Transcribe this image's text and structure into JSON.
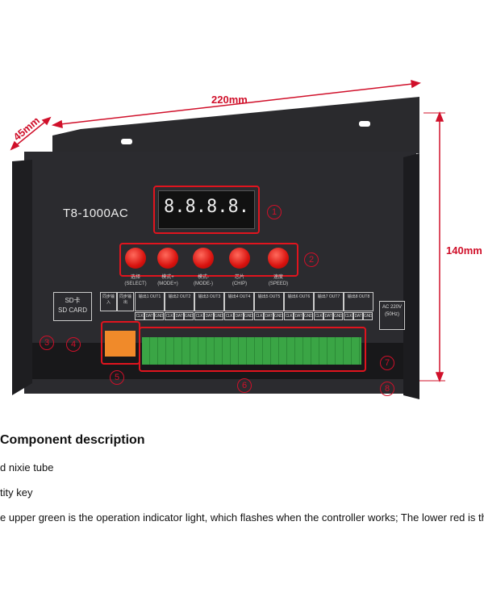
{
  "dimensions": {
    "width": "220mm",
    "depth": "45mm",
    "height": "140mm"
  },
  "device": {
    "model": "T8-1000AC",
    "display": "8.8.8.8.",
    "buttons": [
      {
        "cn": "选择",
        "en": "(SELECT)"
      },
      {
        "cn": "模式+",
        "en": "(MODE+)"
      },
      {
        "cn": "模式-",
        "en": "(MODE-)"
      },
      {
        "cn": "芯片",
        "en": "(CHIP)"
      },
      {
        "cn": "速度",
        "en": "(SPEED)"
      }
    ],
    "sd_label": "SD卡",
    "sd_label_en": "SD CARD",
    "sync_in": "同步输入",
    "sync_out": "同步输出",
    "outputs": [
      "输出1 OUT1",
      "输出2 OUT2",
      "输出3 OUT3",
      "输出4 OUT4",
      "输出5 OUT5",
      "输出6 OUT6",
      "输出7 OUT7",
      "输出8 OUT8"
    ],
    "pins": [
      "CLK",
      "DAT",
      "GND"
    ],
    "power_label": "AC 220V (50Hz)"
  },
  "callouts": [
    "1",
    "2",
    "3",
    "4",
    "5",
    "6",
    "7",
    "8"
  ],
  "description": {
    "heading": "Component description",
    "items": [
      "d nixie tube",
      "tity key",
      "e upper green is the operation indicator light, which flashes when the controller works; The lower red is th"
    ]
  }
}
